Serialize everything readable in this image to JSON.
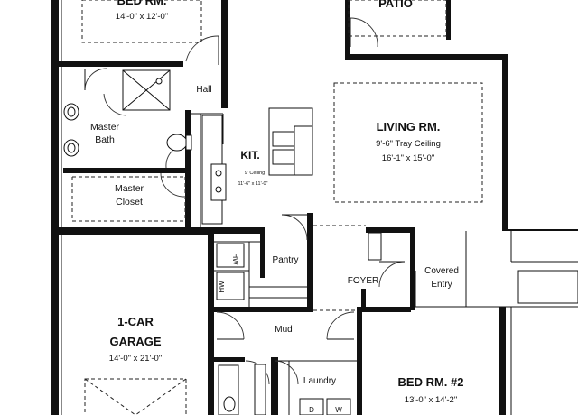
{
  "rooms": {
    "bed_rm_1": {
      "name": "BED RM.",
      "size": "14'-0\" x 12'-0\""
    },
    "patio": {
      "name": "PATIO"
    },
    "hall": {
      "name": "Hall"
    },
    "master_bath": {
      "line1": "Master",
      "line2": "Bath"
    },
    "master_closet": {
      "line1": "Master",
      "line2": "Closet"
    },
    "kitchen": {
      "name": "KIT.",
      "ceiling": "9' Ceiling",
      "size": "11'-6\" x 11'-0\""
    },
    "living_rm": {
      "name": "LIVING RM.",
      "ceiling": "9'-6\" Tray Ceiling",
      "size": "16'-1\" x 15'-0\""
    },
    "pantry": {
      "name": "Pantry"
    },
    "foyer": {
      "name": "FOYER"
    },
    "covered_entry": {
      "line1": "Covered",
      "line2": "Entry"
    },
    "garage": {
      "line1": "1-CAR",
      "line2": "GARAGE",
      "size": "14'-0\" x 21'-0\""
    },
    "mud": {
      "name": "Mud"
    },
    "laundry": {
      "name": "Laundry"
    },
    "bed_rm_2": {
      "name": "BED RM. #2",
      "size": "13'-0\" x 14'-2\""
    }
  },
  "appliances": {
    "hw_top": "HW",
    "hw_bottom": "HW",
    "washer": "W",
    "dryer": "D"
  }
}
